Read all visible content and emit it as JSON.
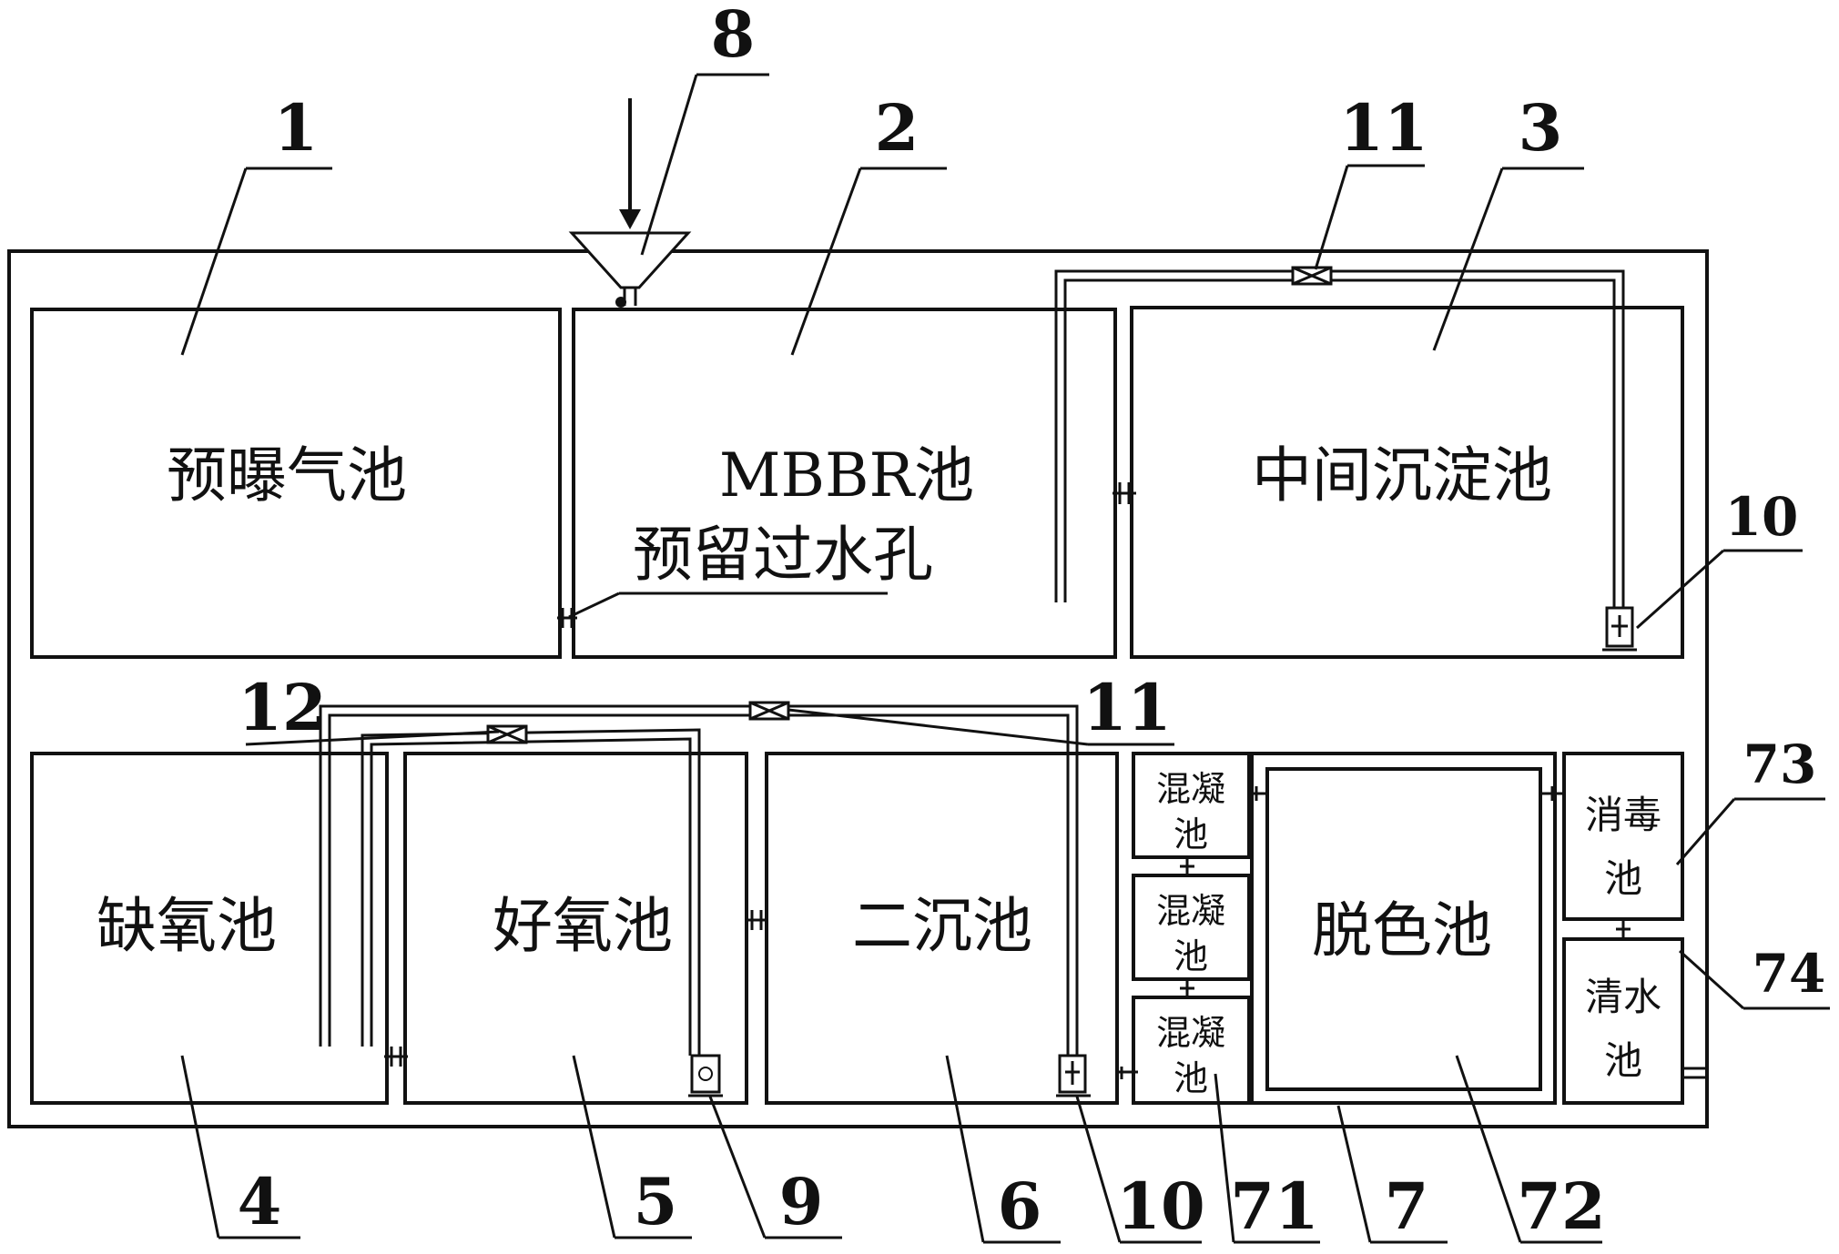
{
  "tanks": {
    "pre_aeration": "预曝气池",
    "mbbr": "MBBR池",
    "intermediate_settling": "中间沉淀池",
    "anoxic": "缺氧池",
    "aerobic": "好氧池",
    "secondary_settling": "二沉池",
    "coagulation_1": [
      "混凝",
      "池"
    ],
    "coagulation_2": [
      "混凝",
      "池"
    ],
    "coagulation_3": [
      "混凝",
      "池"
    ],
    "decolorization": "脱色池",
    "disinfection": [
      "消毒",
      "池"
    ],
    "clear_water": [
      "清水",
      "池"
    ]
  },
  "annotations": {
    "reserved_hole": "预留过水孔"
  },
  "callouts": {
    "n1": "1",
    "n2": "2",
    "n3": "3",
    "n4": "4",
    "n5": "5",
    "n6": "6",
    "n7": "7",
    "n8": "8",
    "n9": "9",
    "n10a": "10",
    "n10b": "10",
    "n11a": "11",
    "n11b": "11",
    "n12": "12",
    "n71": "71",
    "n72": "72",
    "n73": "73",
    "n74": "74"
  }
}
